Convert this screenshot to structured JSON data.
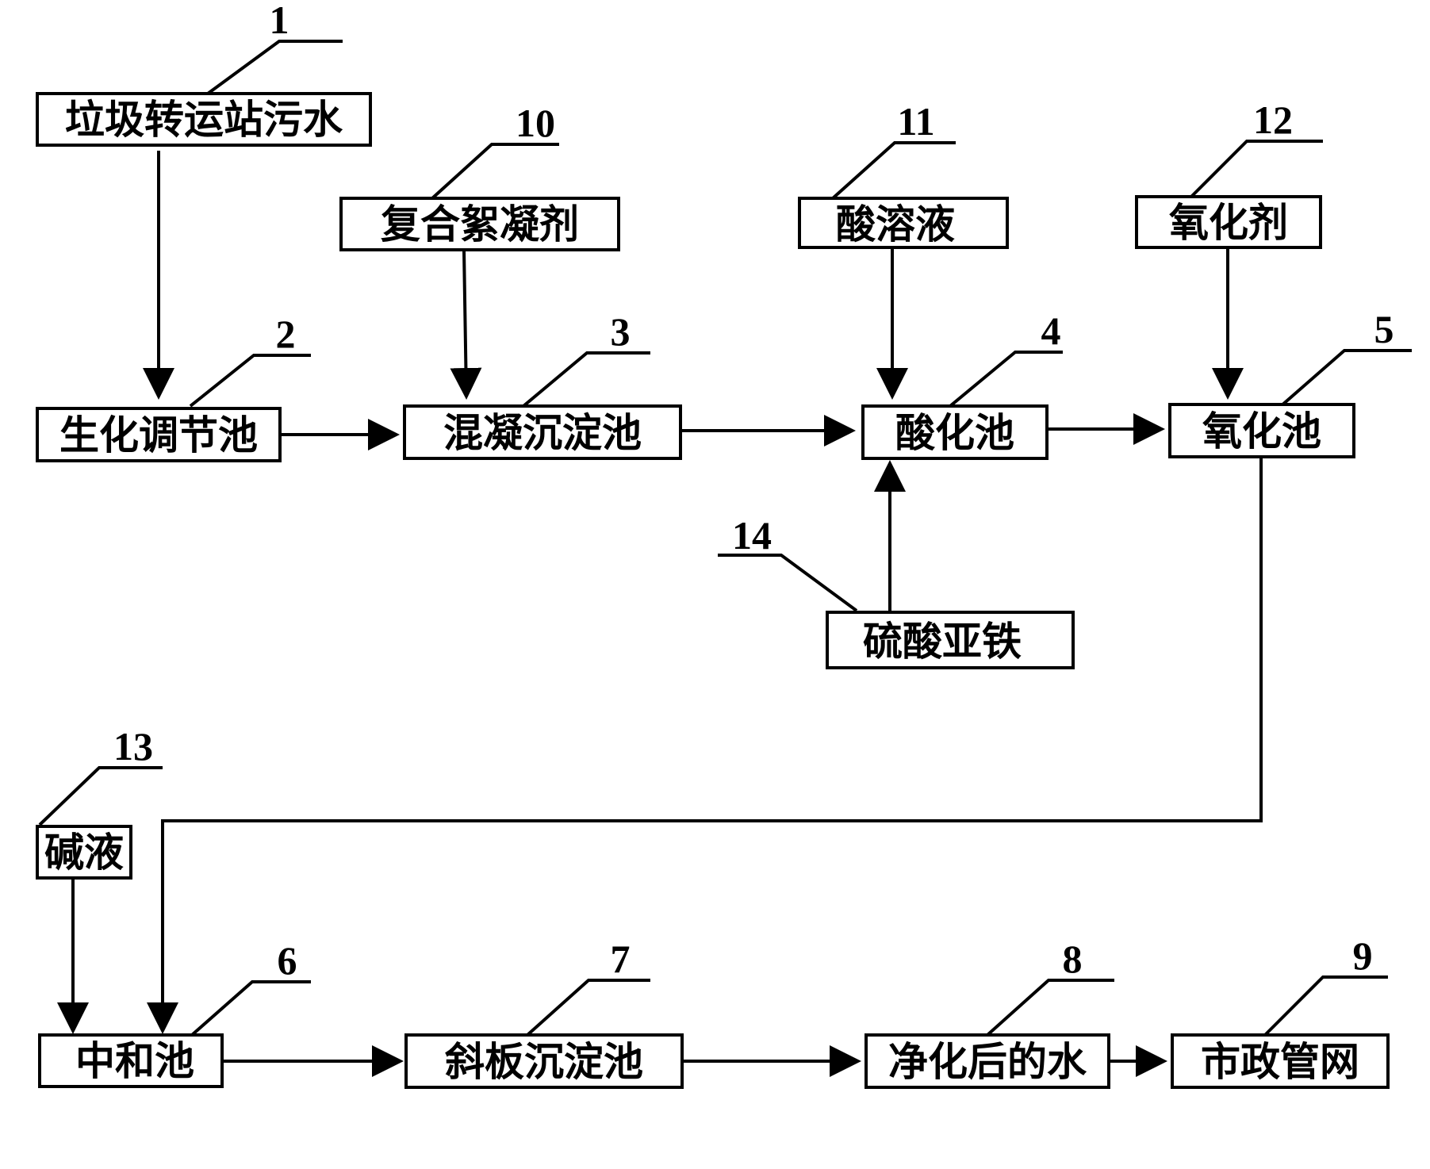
{
  "nodes": {
    "n1": {
      "number": "1",
      "label": "垃圾转运站污水"
    },
    "n2": {
      "number": "2",
      "label": "生化调节池"
    },
    "n3": {
      "number": "3",
      "label": "混凝沉淀池"
    },
    "n4": {
      "number": "4",
      "label": "酸化池"
    },
    "n5": {
      "number": "5",
      "label": "氧化池"
    },
    "n6": {
      "number": "6",
      "label": "中和池"
    },
    "n7": {
      "number": "7",
      "label": "斜板沉淀池"
    },
    "n8": {
      "number": "8",
      "label": "净化后的水"
    },
    "n9": {
      "number": "9",
      "label": "市政管网"
    },
    "n10": {
      "number": "10",
      "label": "复合絮凝剂"
    },
    "n11": {
      "number": "11",
      "label": "酸溶液"
    },
    "n12": {
      "number": "12",
      "label": "氧化剂"
    },
    "n13": {
      "number": "13",
      "label": "碱液"
    },
    "n14": {
      "number": "14",
      "label": "硫酸亚铁"
    }
  },
  "edges": [
    {
      "from": "n1",
      "to": "n2"
    },
    {
      "from": "n2",
      "to": "n3"
    },
    {
      "from": "n10",
      "to": "n3"
    },
    {
      "from": "n3",
      "to": "n4"
    },
    {
      "from": "n11",
      "to": "n4"
    },
    {
      "from": "n14",
      "to": "n4"
    },
    {
      "from": "n4",
      "to": "n5"
    },
    {
      "from": "n12",
      "to": "n5"
    },
    {
      "from": "n5",
      "to": "n6"
    },
    {
      "from": "n13",
      "to": "n6"
    },
    {
      "from": "n6",
      "to": "n7"
    },
    {
      "from": "n7",
      "to": "n8"
    },
    {
      "from": "n8",
      "to": "n9"
    }
  ]
}
